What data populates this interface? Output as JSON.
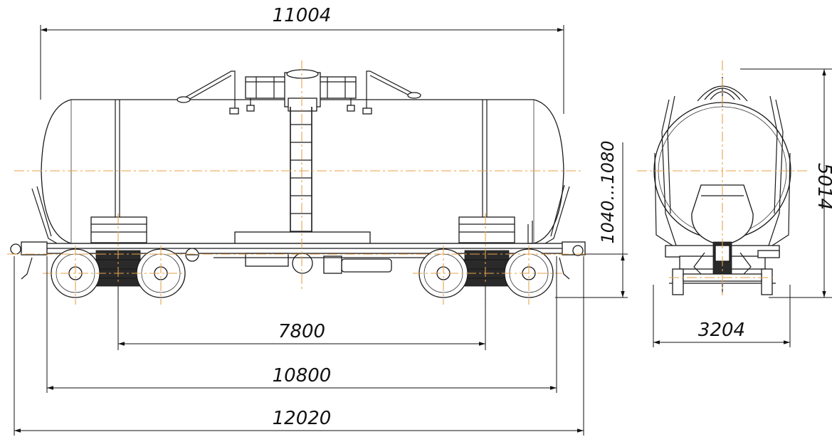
{
  "dimensions": {
    "overall_body_length": "11004",
    "bogie_center_distance": "7800",
    "frame_length": "10800",
    "length_over_couplers": "12020",
    "coupler_height": "1040...1080",
    "width": "3204",
    "height": "5014"
  },
  "colors": {
    "line": "#1a1a1a",
    "axis_line": "#e8a24a",
    "background": "#ffffff"
  }
}
